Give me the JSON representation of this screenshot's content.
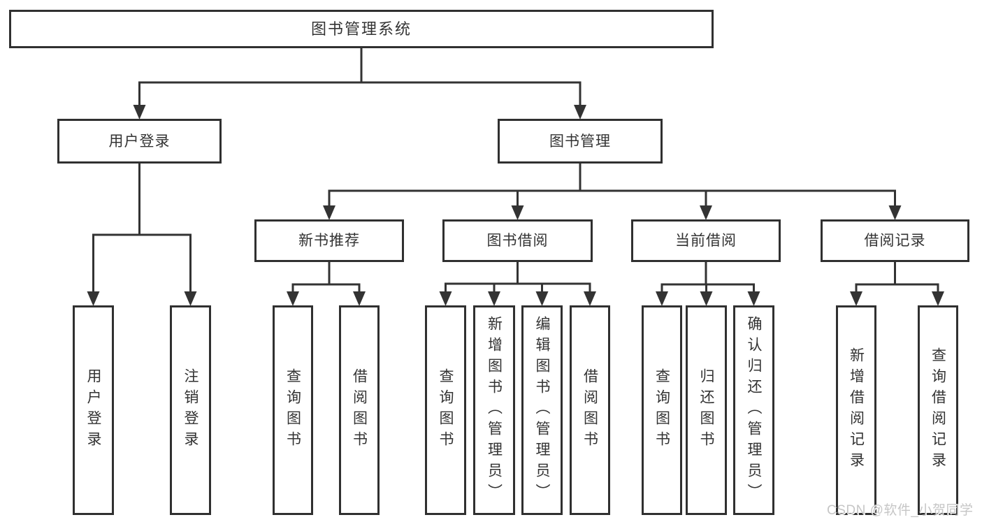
{
  "diagram": {
    "title": "图书管理系统",
    "nodes": [
      {
        "id": "root",
        "label": "图书管理系统",
        "parent": null,
        "orientation": "horizontal"
      },
      {
        "id": "userLogin",
        "label": "用户登录",
        "parent": "root",
        "orientation": "horizontal"
      },
      {
        "id": "bookMgmt",
        "label": "图书管理",
        "parent": "root",
        "orientation": "horizontal"
      },
      {
        "id": "newBookRec",
        "label": "新书推荐",
        "parent": "bookMgmt",
        "orientation": "horizontal"
      },
      {
        "id": "bookBorrow",
        "label": "图书借阅",
        "parent": "bookMgmt",
        "orientation": "horizontal"
      },
      {
        "id": "currBorrow",
        "label": "当前借阅",
        "parent": "bookMgmt",
        "orientation": "horizontal"
      },
      {
        "id": "borrowRec",
        "label": "借阅记录",
        "parent": "bookMgmt",
        "orientation": "horizontal"
      },
      {
        "id": "loginOp",
        "label": "用户登录",
        "parent": "userLogin",
        "orientation": "vertical"
      },
      {
        "id": "logoutOp",
        "label": "注销登录",
        "parent": "userLogin",
        "orientation": "vertical"
      },
      {
        "id": "recQuery",
        "label": "查询图书",
        "parent": "newBookRec",
        "orientation": "vertical"
      },
      {
        "id": "recBorrow",
        "label": "借阅图书",
        "parent": "newBookRec",
        "orientation": "vertical"
      },
      {
        "id": "bbQuery",
        "label": "查询图书",
        "parent": "bookBorrow",
        "orientation": "vertical"
      },
      {
        "id": "bbAdd",
        "label": "新增图书（管理员）",
        "parent": "bookBorrow",
        "orientation": "vertical"
      },
      {
        "id": "bbEdit",
        "label": "编辑图书（管理员）",
        "parent": "bookBorrow",
        "orientation": "vertical"
      },
      {
        "id": "bbBorrow",
        "label": "借阅图书",
        "parent": "bookBorrow",
        "orientation": "vertical"
      },
      {
        "id": "cbQuery",
        "label": "查询图书",
        "parent": "currBorrow",
        "orientation": "vertical"
      },
      {
        "id": "cbReturn",
        "label": "归还图书",
        "parent": "currBorrow",
        "orientation": "vertical"
      },
      {
        "id": "cbConfirm",
        "label": "确认归还（管理员）",
        "parent": "currBorrow",
        "orientation": "vertical"
      },
      {
        "id": "brAdd",
        "label": "新增借阅记录",
        "parent": "borrowRec",
        "orientation": "vertical"
      },
      {
        "id": "brQuery",
        "label": "查询借阅记录",
        "parent": "borrowRec",
        "orientation": "vertical"
      }
    ]
  },
  "watermark": {
    "text": "CSDN @软件_小贺同学"
  },
  "colors": {
    "line": "#333333",
    "border": "#303030",
    "text": "#333333",
    "watermark": "#c6c6c6",
    "background": "#ffffff"
  }
}
